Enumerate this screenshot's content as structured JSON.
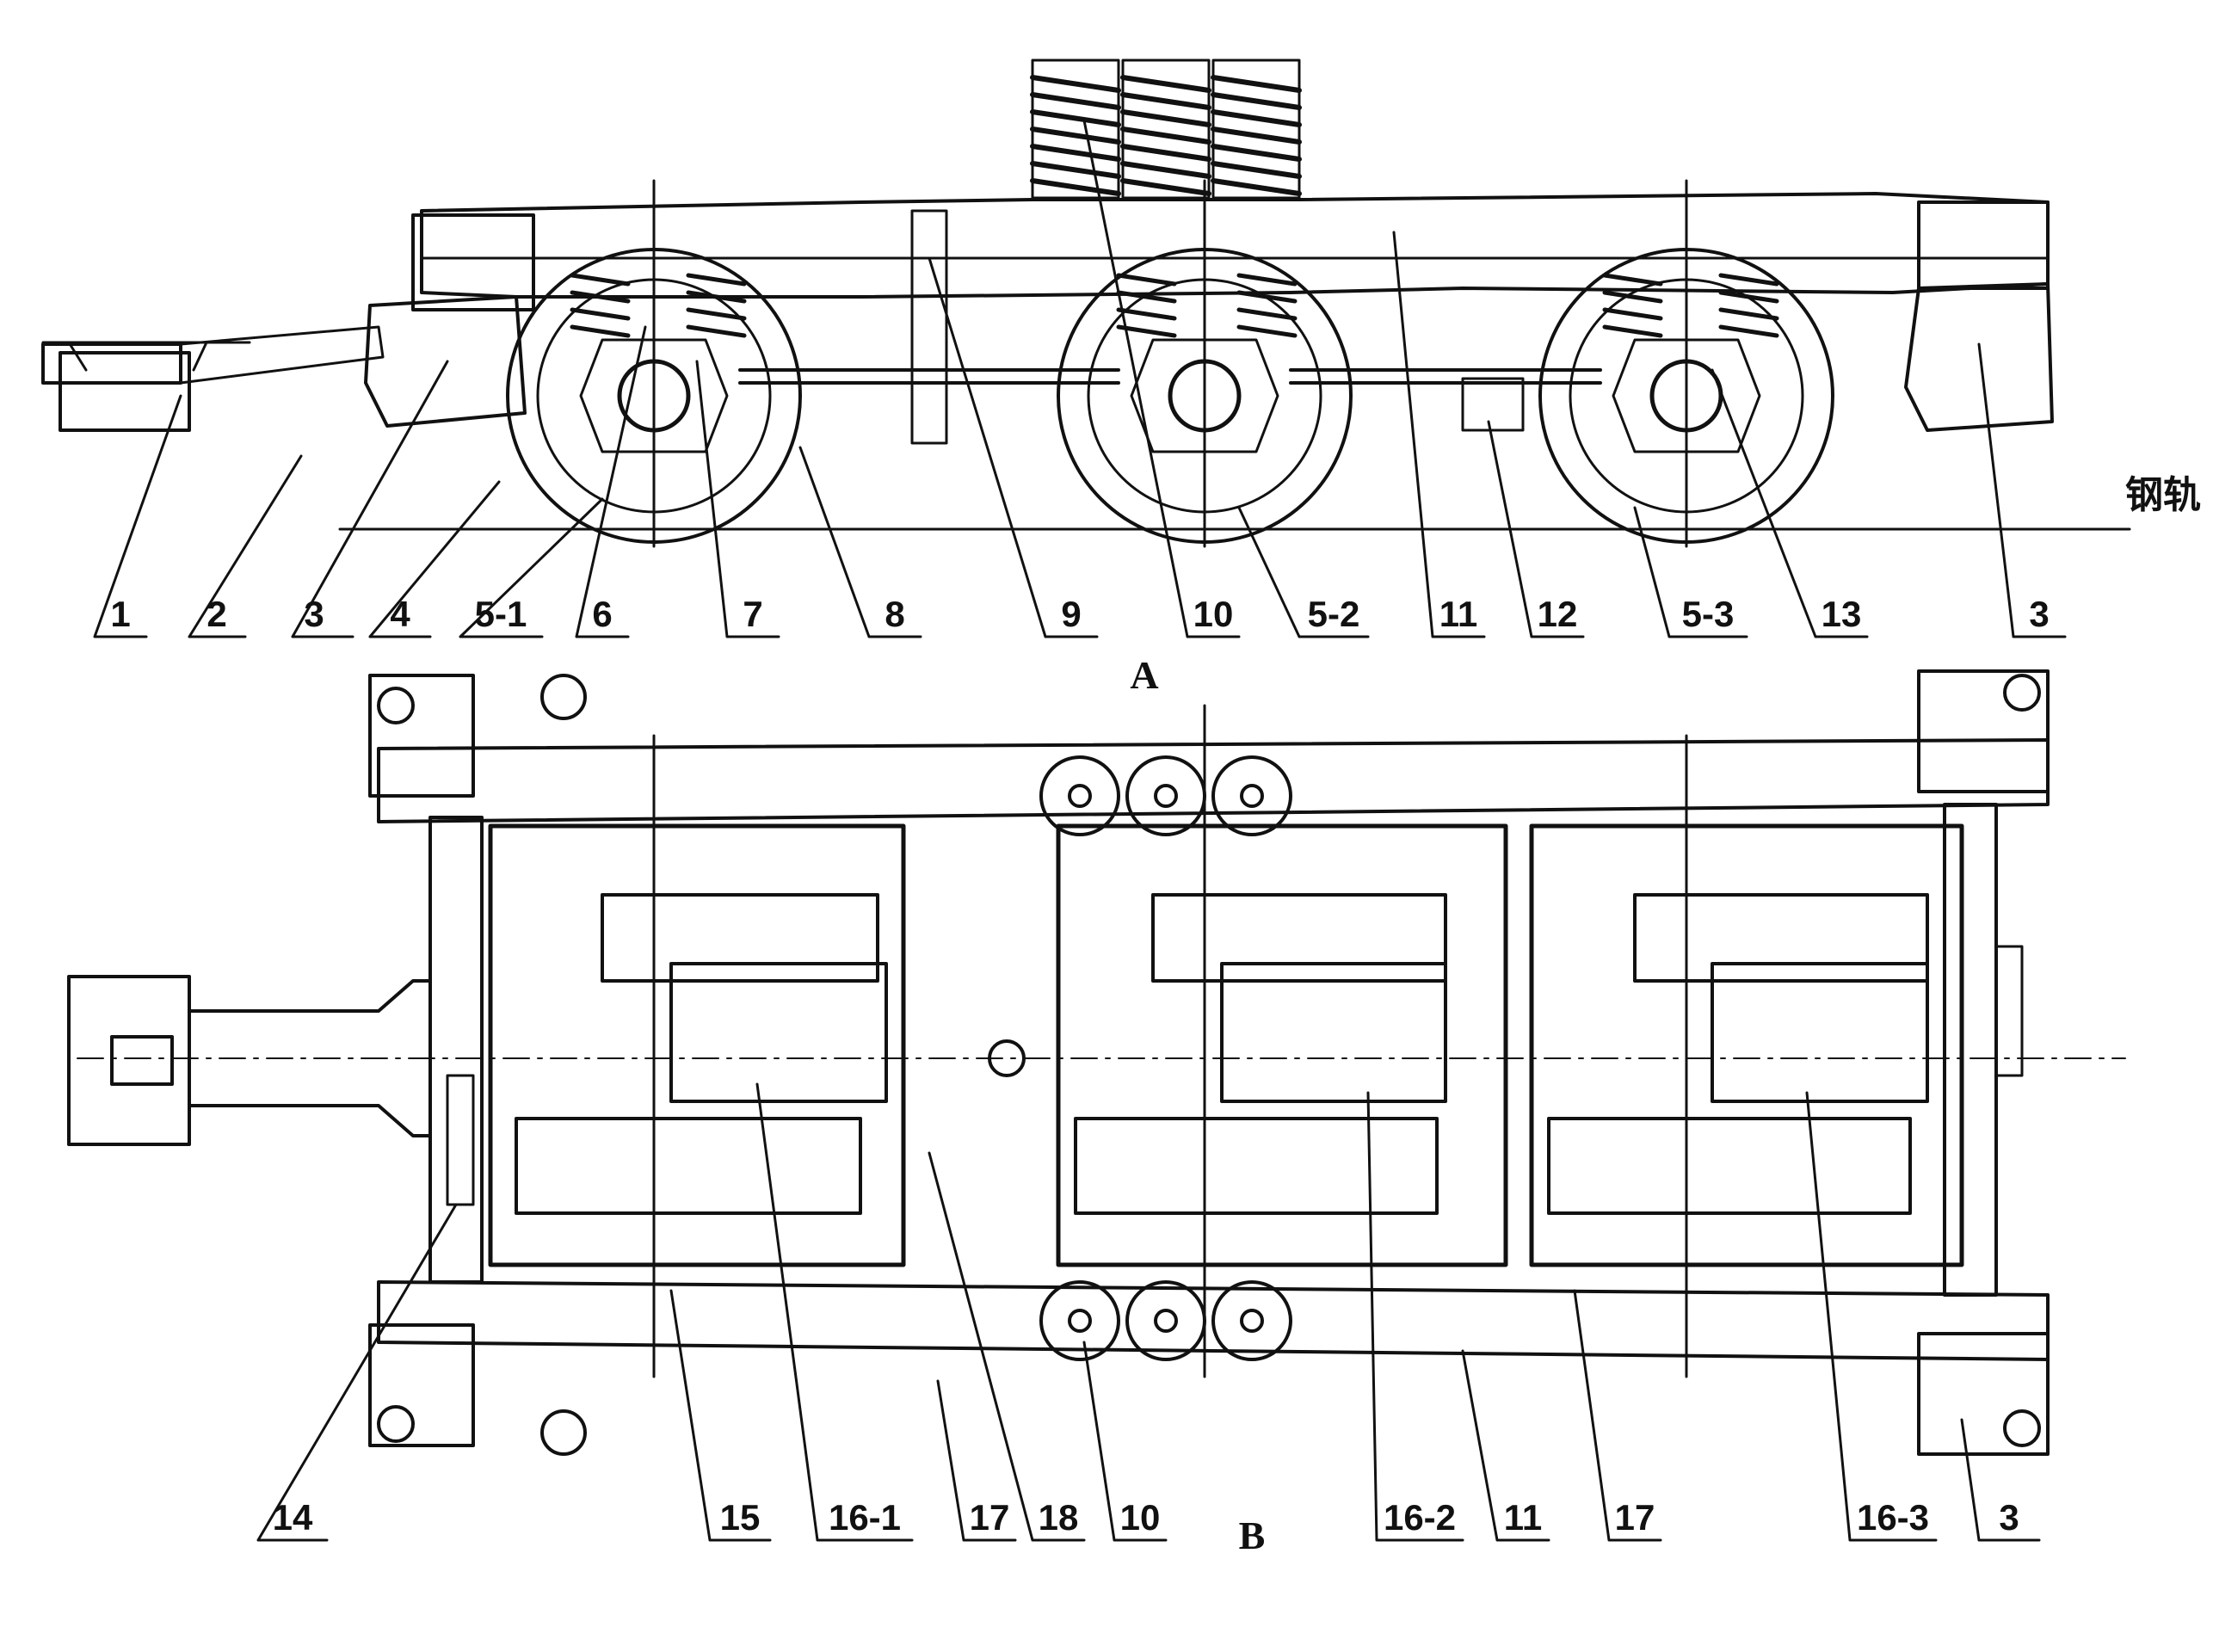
{
  "views": {
    "side_label": "A",
    "plan_label": "B"
  },
  "rail_label": "钢轨",
  "callouts_side": [
    {
      "id": "c1",
      "text": "1"
    },
    {
      "id": "c2",
      "text": "2"
    },
    {
      "id": "c3",
      "text": "3"
    },
    {
      "id": "c4",
      "text": "4"
    },
    {
      "id": "c5-1",
      "text": "5-1"
    },
    {
      "id": "c6",
      "text": "6"
    },
    {
      "id": "c7",
      "text": "7"
    },
    {
      "id": "c8",
      "text": "8"
    },
    {
      "id": "c9",
      "text": "9"
    },
    {
      "id": "c10",
      "text": "10"
    },
    {
      "id": "c5-2",
      "text": "5-2"
    },
    {
      "id": "c11",
      "text": "11"
    },
    {
      "id": "c12",
      "text": "12"
    },
    {
      "id": "c5-3",
      "text": "5-3"
    },
    {
      "id": "c13",
      "text": "13"
    },
    {
      "id": "c3b",
      "text": "3"
    }
  ],
  "callouts_plan": [
    {
      "id": "p14",
      "text": "14"
    },
    {
      "id": "p15",
      "text": "15"
    },
    {
      "id": "p16-1",
      "text": "16-1"
    },
    {
      "id": "p17",
      "text": "17"
    },
    {
      "id": "p18",
      "text": "18"
    },
    {
      "id": "p10",
      "text": "10"
    },
    {
      "id": "p16-2",
      "text": "16-2"
    },
    {
      "id": "p11",
      "text": "11"
    },
    {
      "id": "p17b",
      "text": "17"
    },
    {
      "id": "p16-3",
      "text": "16-3"
    },
    {
      "id": "p3",
      "text": "3"
    }
  ],
  "colors": {
    "ink": "#111111",
    "paper": "#ffffff"
  }
}
